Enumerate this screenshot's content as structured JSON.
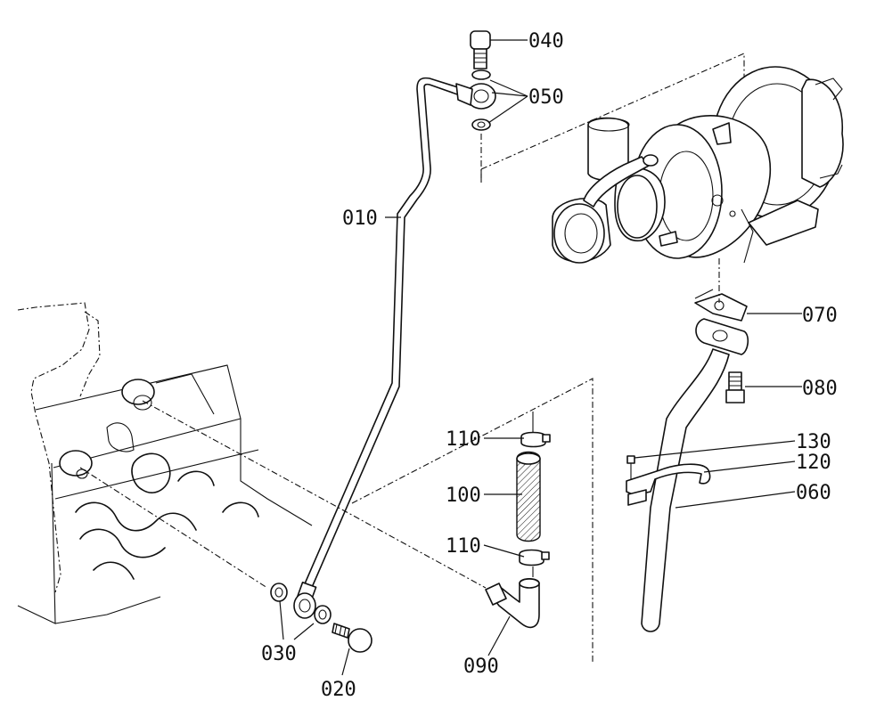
{
  "callouts": {
    "p010": "010",
    "p020": "020",
    "p030": "030",
    "p040": "040",
    "p050": "050",
    "p060": "060",
    "p070": "070",
    "p080": "080",
    "p090": "090",
    "p100": "100",
    "p110_top": "110",
    "p110_bottom": "110",
    "p120": "120",
    "p130": "130"
  }
}
